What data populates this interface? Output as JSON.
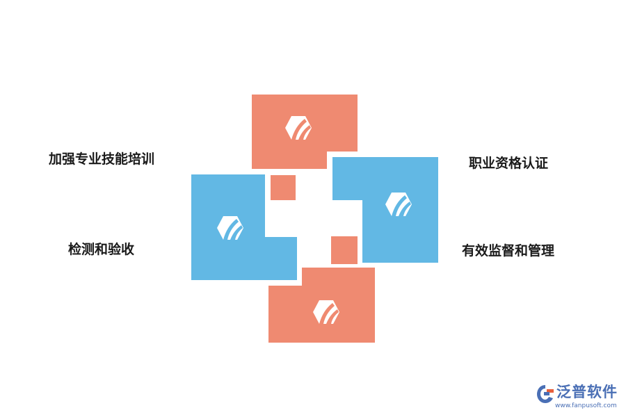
{
  "colors": {
    "salmon": "#ef8a71",
    "blue": "#62b8e4",
    "icon": "#ffffff",
    "text": "#1a1a1a",
    "brand": "#4a6fb5",
    "brand_accent": "#e8603c"
  },
  "blocks": [
    {
      "name": "block-top",
      "color": "salmon",
      "icon": "brand-logo-icon"
    },
    {
      "name": "block-right",
      "color": "blue",
      "icon": "brand-logo-icon"
    },
    {
      "name": "block-left",
      "color": "blue",
      "icon": "brand-logo-icon"
    },
    {
      "name": "block-bottom",
      "color": "salmon",
      "icon": "brand-logo-icon"
    }
  ],
  "labels": {
    "top_left": "加强专业技能培训",
    "bottom_left": "检测和验收",
    "top_right": "职业资格认证",
    "bottom_right": "有效监督和管理"
  },
  "watermark": {
    "brand": "泛普软件",
    "url": "www.fanpusoft.com"
  }
}
